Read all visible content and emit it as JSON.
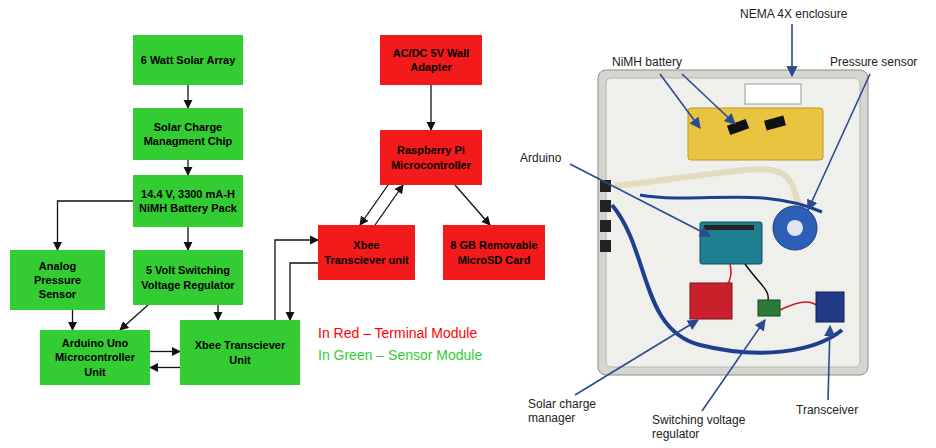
{
  "diagram": {
    "nodes": [
      {
        "text": [
          "6 Watt Solar Array"
        ]
      },
      {
        "text": [
          "Solar Charge Managment Chip"
        ]
      },
      {
        "text": [
          "14.4 V, 3300 mA-H NiMH Battery Pack"
        ]
      },
      {
        "text": [
          "Analog Pressure Sensor"
        ]
      },
      {
        "text": [
          "5 Volt Switching Voltage Regulator"
        ]
      },
      {
        "text": [
          "Arduino Uno Microcontroller Unit"
        ]
      },
      {
        "text": [
          "Xbee Transciever Unit"
        ]
      },
      {
        "text": [
          "AC/DC 5V Wall Adapter"
        ]
      },
      {
        "text": [
          "Raspberry Pi Microcontroller"
        ]
      },
      {
        "text": [
          "Xbee Transciever unit"
        ]
      },
      {
        "text": [
          "8 GB Removable MicroSD Card"
        ]
      }
    ],
    "edges": [
      {
        "from": 0,
        "to": 1,
        "arrow": "to"
      },
      {
        "from": 1,
        "to": 2,
        "arrow": "to"
      },
      {
        "from": 2,
        "to": 3,
        "arrow": "to"
      },
      {
        "from": 2,
        "to": 4,
        "arrow": "to"
      },
      {
        "from": 3,
        "to": 5,
        "arrow": "to"
      },
      {
        "from": 4,
        "to": 5,
        "arrow": "to"
      },
      {
        "from": 4,
        "to": 6,
        "arrow": "to"
      },
      {
        "from": 5,
        "to": 6,
        "arrow": "to"
      },
      {
        "from": 6,
        "to": 5,
        "arrow": "to"
      },
      {
        "from": 6,
        "to": 9,
        "arrow": "to"
      },
      {
        "from": 9,
        "to": 6,
        "arrow": "to"
      },
      {
        "from": 7,
        "to": 8,
        "arrow": "to"
      },
      {
        "from": 8,
        "to": 9,
        "arrow": "to"
      },
      {
        "from": 9,
        "to": 8,
        "arrow": "to"
      },
      {
        "from": 8,
        "to": 10,
        "arrow": "to"
      }
    ],
    "labels": [
      "NEMA 4X enclosure",
      "NiMH battery",
      "Pressure sensor",
      "Arduino",
      "Solar charge manager",
      "Switching voltage regulator",
      "Transceiver"
    ],
    "legend": [
      {
        "text": "In Red – Terminal Module",
        "color": "#ff0000"
      },
      {
        "text": "In Green – Sensor Module",
        "color": "#33cc33"
      }
    ]
  }
}
